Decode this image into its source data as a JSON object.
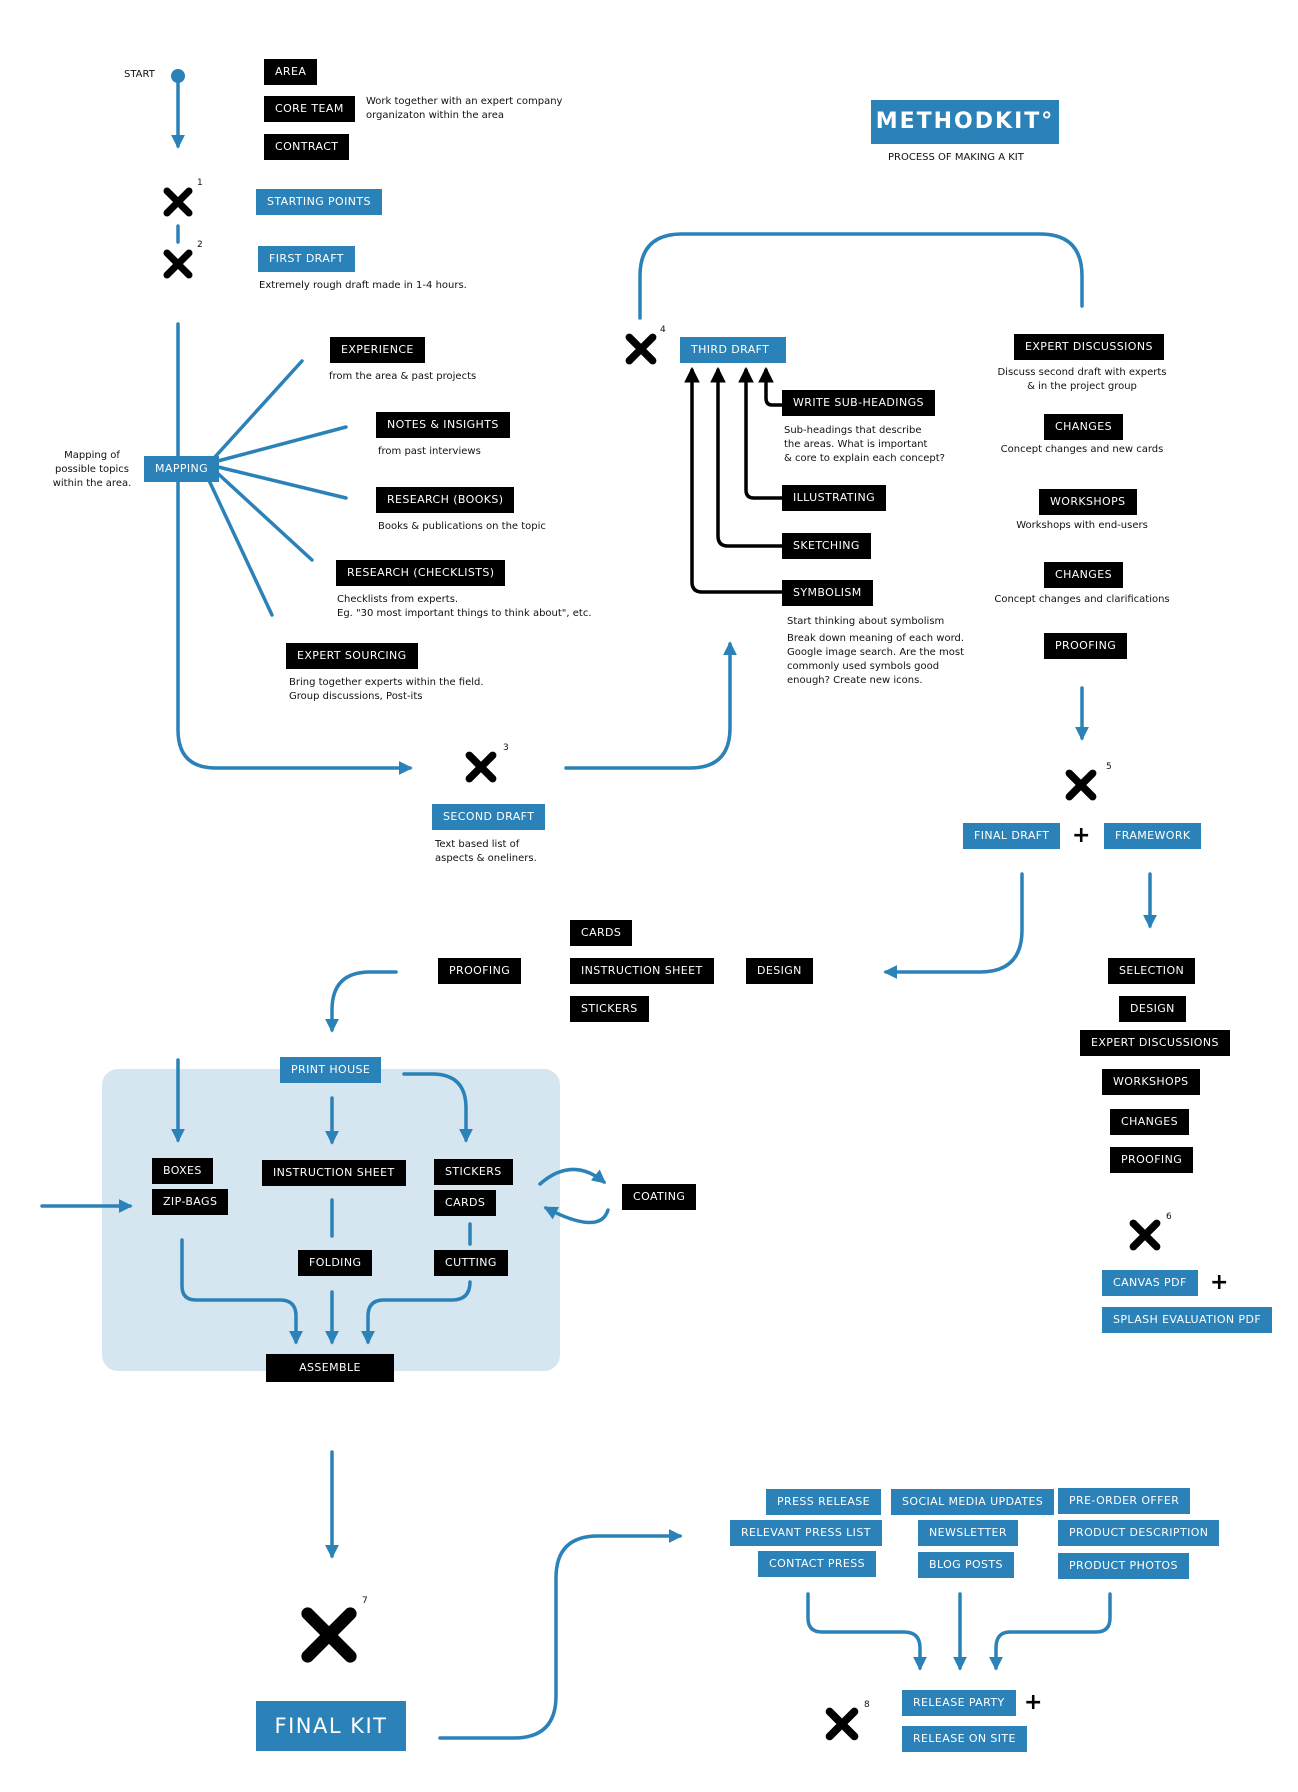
{
  "header": {
    "logo": "METHODKIT°",
    "subtitle": "PROCESS OF MAKING A KIT"
  },
  "start": {
    "label": "START",
    "area": "AREA",
    "core_team": "CORE TEAM",
    "contract": "CONTRACT",
    "core_team_note_1": "Work together with an expert company",
    "core_team_note_2": "organizaton within the area"
  },
  "milestones": {
    "m1": "1",
    "m2": "2",
    "m3": "3",
    "m4": "4",
    "m5": "5",
    "m6": "6",
    "m7": "7",
    "m8": "8"
  },
  "first_steps": {
    "starting_points": "STARTING POINTS",
    "first_draft": "FIRST DRAFT",
    "first_draft_note": "Extremely rough draft made in 1-4 hours."
  },
  "mapping": {
    "label": "MAPPING",
    "note_1": "Mapping of",
    "note_2": "possible topics",
    "note_3": "within the area.",
    "experience": "EXPERIENCE",
    "experience_note": "from the area & past projects",
    "notes_insights": "NOTES & INSIGHTS",
    "notes_insights_note": "from past interviews",
    "research_books": "RESEARCH (BOOKS)",
    "research_books_note": "Books & publications on the topic",
    "research_checklists": "RESEARCH (CHECKLISTS)",
    "research_checklists_note_1": "Checklists from experts.",
    "research_checklists_note_2": "Eg. \"30 most important things to think about\", etc.",
    "expert_sourcing": "EXPERT SOURCING",
    "expert_sourcing_note_1": "Bring together experts within the field.",
    "expert_sourcing_note_2": "Group discussions, Post-its"
  },
  "second_draft": {
    "label": "SECOND DRAFT",
    "note_1": "Text based list of",
    "note_2": "aspects & oneliners."
  },
  "third_draft": {
    "label": "THIRD DRAFT",
    "write_subheadings": "WRITE SUB-HEADINGS",
    "sub_note_1": "Sub-headings that describe",
    "sub_note_2": "the areas. What is important",
    "sub_note_3": "& core to explain each concept?",
    "illustrating": "ILLUSTRATING",
    "sketching": "SKETCHING",
    "symbolism": "SYMBOLISM",
    "sym_note_1": "Start thinking about symbolism",
    "sym_note_2": "Break down meaning of each word.",
    "sym_note_3": "Google image search. Are the most",
    "sym_note_4": "commonly used symbols good",
    "sym_note_5": "enough? Create new icons."
  },
  "expert_loop": {
    "expert_discussions": "EXPERT DISCUSSIONS",
    "expert_note_1": "Discuss second draft with experts",
    "expert_note_2": "& in the project group",
    "changes_1": "CHANGES",
    "changes_1_note": "Concept changes and new cards",
    "workshops": "WORKSHOPS",
    "workshops_note": "Workshops with end-users",
    "changes_2": "CHANGES",
    "changes_2_note": "Concept changes and clarifications",
    "proofing": "PROOFING"
  },
  "final_draft": {
    "final_draft": "FINAL DRAFT",
    "framework": "FRAMEWORK"
  },
  "design_row": {
    "cards": "CARDS",
    "instruction_sheet": "INSTRUCTION SHEET",
    "stickers": "STICKERS",
    "design": "DESIGN",
    "proofing": "PROOFING"
  },
  "framework_steps": {
    "selection": "SELECTION",
    "design": "DESIGN",
    "expert_discussions": "EXPERT DISCUSSIONS",
    "workshops": "WORKSHOPS",
    "changes": "CHANGES",
    "proofing": "PROOFING",
    "canvas_pdf": "CANVAS PDF",
    "splash_pdf": "SPLASH EVALUATION PDF"
  },
  "print": {
    "print_house": "PRINT HOUSE",
    "boxes": "BOXES",
    "zip_bags": "ZIP-BAGS",
    "instruction_sheet": "INSTRUCTION SHEET",
    "stickers": "STICKERS",
    "cards": "CARDS",
    "coating": "COATING",
    "folding": "FOLDING",
    "cutting": "CUTTING",
    "assemble": "ASSEMBLE"
  },
  "final_kit": "FINAL KIT",
  "launch": {
    "press_release": "PRESS RELEASE",
    "relevant_press_list": "RELEVANT PRESS LIST",
    "contact_press": "CONTACT PRESS",
    "social_media_updates": "SOCIAL MEDIA UPDATES",
    "newsletter": "NEWSLETTER",
    "blog_posts": "BLOG POSTS",
    "pre_order_offer": "PRE-ORDER OFFER",
    "product_description": "PRODUCT DESCRIPTION",
    "product_photos": "PRODUCT PHOTOS",
    "release_party": "RELEASE PARTY",
    "release_on_site": "RELEASE ON SITE"
  },
  "colors": {
    "blue": "#2b82b8",
    "black": "#000000",
    "shade": "#d5e6f0"
  }
}
